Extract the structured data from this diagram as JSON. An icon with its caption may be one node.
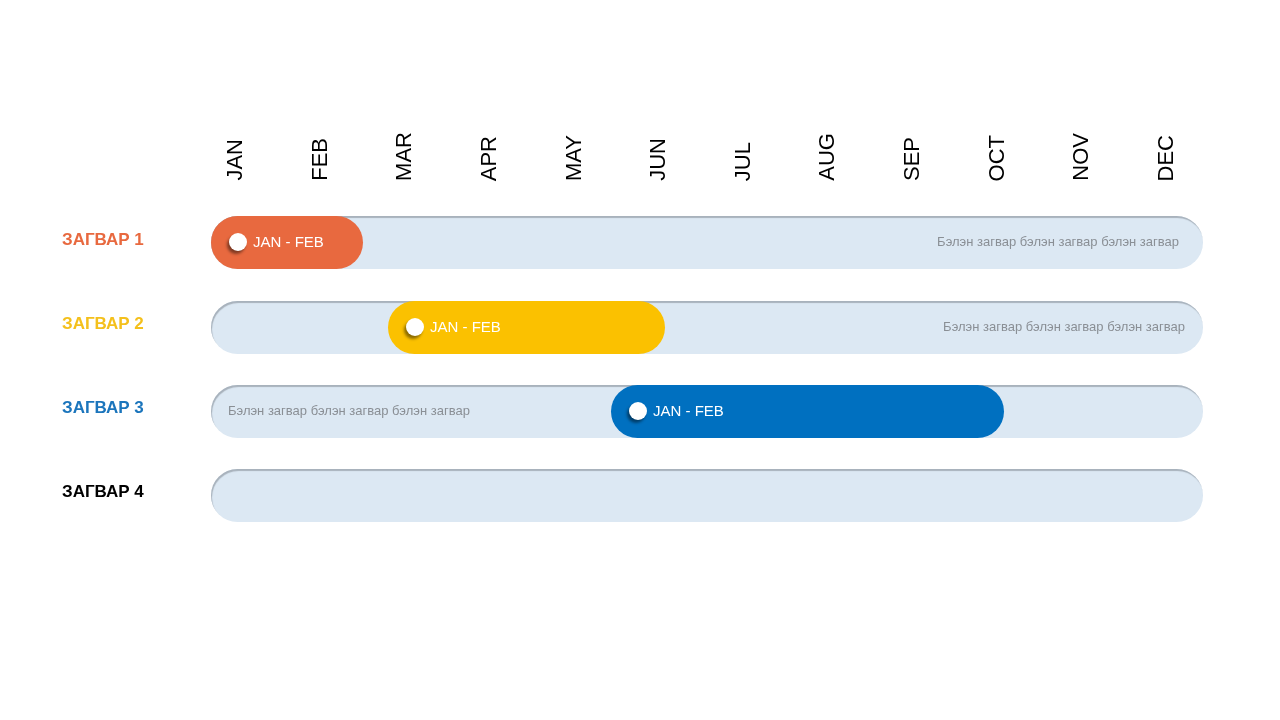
{
  "diagram": {
    "nodes": [
      {
        "text": [
          "ЗАГВАР 1",
          "Бэлэн загвар бэлэн загвар бэлэн загвар"
        ]
      },
      {
        "text": [
          "JAN - FEB"
        ],
        "in": 0
      },
      {
        "text": [
          "ЗАГВАР 2",
          "Бэлэн загвар бэлэн загвар бэлэн загвар"
        ]
      },
      {
        "text": [
          "JAN - FEB"
        ],
        "in": 2
      },
      {
        "text": [
          "ЗАГВАР 3",
          "Бэлэн загвар бэлэн загвар бэлэн загвар"
        ]
      },
      {
        "text": [
          "JAN - FEB"
        ],
        "in": 4
      },
      {
        "text": [
          "ЗАГВАР 4"
        ]
      }
    ],
    "edges": [],
    "labels": [
      "JAN",
      "FEB",
      "MAR",
      "APR",
      "MAY",
      "JUN",
      "JUL",
      "AUG",
      "SEP",
      "OCT",
      "NOV",
      "DEC"
    ]
  }
}
